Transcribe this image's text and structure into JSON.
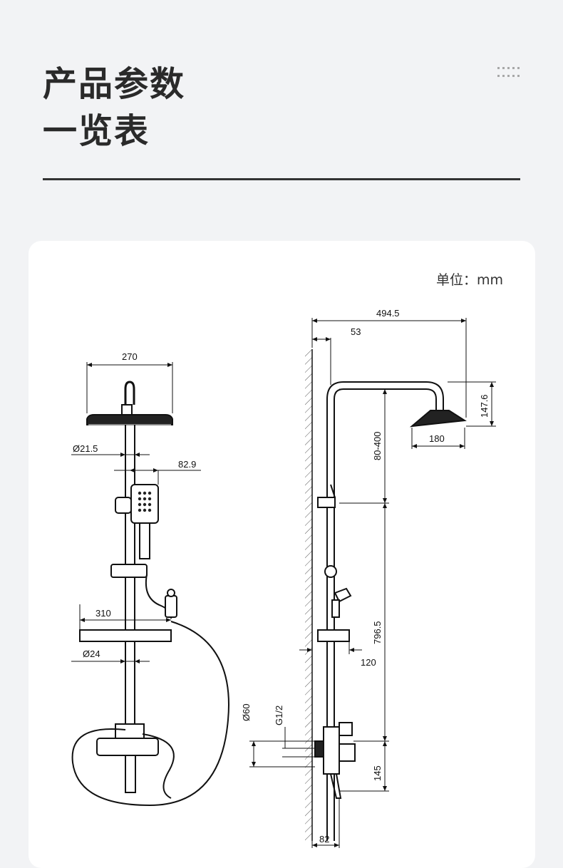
{
  "header": {
    "title_line1": "产品参数",
    "title_line2": "一览表"
  },
  "unit_label": "单位：mm",
  "icons": [
    "dots-grid-icon"
  ],
  "dimensions": {
    "shower_head_width": "270",
    "pipe_diameter": "Ø21.5",
    "handheld_offset": "82.9",
    "shelf_width": "310",
    "lower_pipe_diameter": "Ø24",
    "total_height_reach": "494.5",
    "wall_offset": "53",
    "head_height": "147.6",
    "head_depth": "180",
    "adjustable_range": "80-400",
    "main_height": "796.5",
    "shelf_depth": "120",
    "flange_diameter": "Ø60",
    "thread_size": "G1/2",
    "mixer_height": "145",
    "spout_depth": "82"
  }
}
